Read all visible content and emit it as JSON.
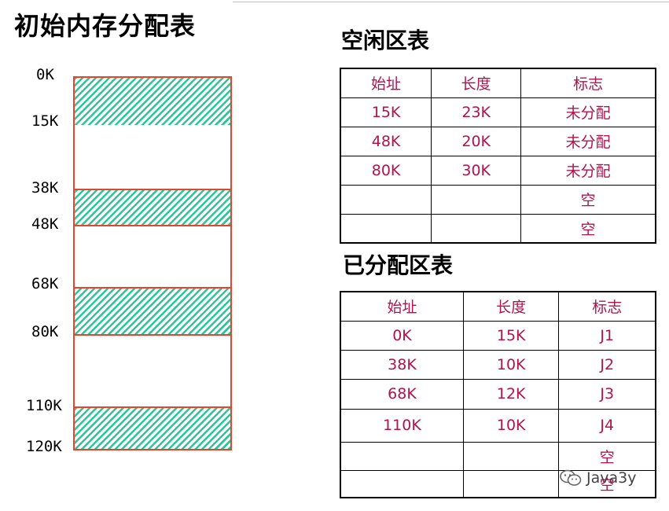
{
  "main_title": "初始内存分配表",
  "memory": {
    "labels": [
      "0K",
      "15K",
      "38K",
      "48K",
      "68K",
      "80K",
      "110K",
      "120K"
    ],
    "segments": [
      {
        "start": 0,
        "end": 15,
        "state": "allocated"
      },
      {
        "start": 15,
        "end": 38,
        "state": "free"
      },
      {
        "start": 38,
        "end": 48,
        "state": "allocated"
      },
      {
        "start": 48,
        "end": 68,
        "state": "free"
      },
      {
        "start": 68,
        "end": 80,
        "state": "allocated"
      },
      {
        "start": 80,
        "end": 110,
        "state": "free"
      },
      {
        "start": 110,
        "end": 120,
        "state": "allocated"
      }
    ]
  },
  "free_table": {
    "title": "空闲区表",
    "headers": [
      "始址",
      "长度",
      "标志"
    ],
    "rows": [
      [
        "15K",
        "23K",
        "未分配"
      ],
      [
        "48K",
        "20K",
        "未分配"
      ],
      [
        "80K",
        "30K",
        "未分配"
      ],
      [
        "",
        "",
        "空"
      ],
      [
        "",
        "",
        "空"
      ]
    ]
  },
  "alloc_table": {
    "title": "已分配区表",
    "headers": [
      "始址",
      "长度",
      "标志"
    ],
    "rows": [
      [
        "0K",
        "15K",
        "J1"
      ],
      [
        "38K",
        "10K",
        "J2"
      ],
      [
        "68K",
        "12K",
        "J3"
      ],
      [
        "110K",
        "10K",
        "J4"
      ],
      [
        "",
        "",
        "空"
      ],
      [
        "",
        "",
        "空"
      ]
    ]
  },
  "watermark": "Java3y",
  "colors": {
    "segment_border": "#e8442a",
    "hatch": "#2ec59b",
    "table_text": "#b0134c"
  }
}
